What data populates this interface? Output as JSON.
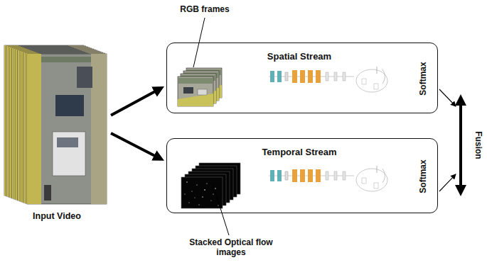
{
  "diagram": {
    "nodes": [
      {
        "text": [
          "Input Video"
        ]
      },
      {
        "text": [
          "Spatial Stream",
          "Softmax"
        ]
      },
      {
        "text": [
          "Temporal Stream",
          "Softmax"
        ]
      }
    ],
    "edges": [
      {
        "from": 0,
        "to": 1,
        "arrow": "to"
      },
      {
        "from": 0,
        "to": 2,
        "arrow": "to"
      }
    ],
    "labels": [
      "RGB frames",
      "Stacked Optical flow images",
      "Fusion"
    ]
  }
}
